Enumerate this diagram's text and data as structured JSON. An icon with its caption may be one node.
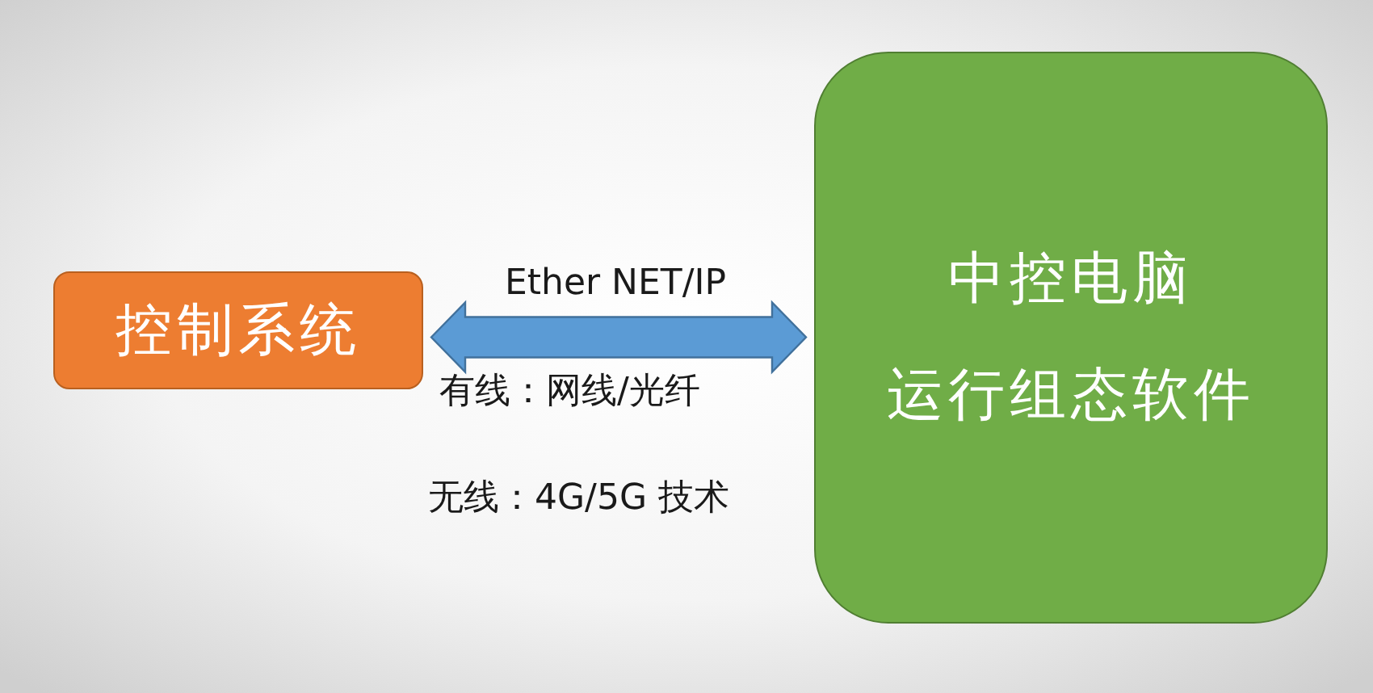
{
  "diagram": {
    "nodes": [
      {
        "text": [
          "控制系统"
        ]
      },
      {
        "text": [
          "中控电脑",
          "运行组态软件"
        ]
      }
    ],
    "edges": [
      {
        "from": 0,
        "to": 1,
        "arrow": "both",
        "label": "Ether NET/IP"
      }
    ],
    "labels": [
      "有线：网线/光纤",
      "无线：4G/5G 技术"
    ]
  }
}
